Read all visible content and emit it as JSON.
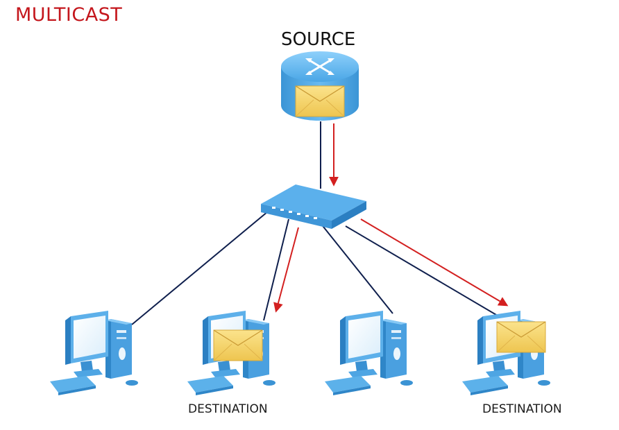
{
  "diagram": {
    "title": "MULTICAST",
    "source_label": "SOURCE",
    "destination_labels": [
      "DESTINATION",
      "DESTINATION"
    ]
  },
  "colors": {
    "title": "#c4161c",
    "link": "#0f1f4d",
    "packet_flow": "#d32020",
    "device_blue": "#4fa3e0",
    "envelope": "#f4d46a"
  },
  "icons": {
    "source": "router-icon",
    "hub": "switch-icon",
    "hosts": [
      "computer-icon",
      "computer-icon",
      "computer-icon",
      "computer-icon"
    ],
    "packet": "envelope-icon"
  }
}
